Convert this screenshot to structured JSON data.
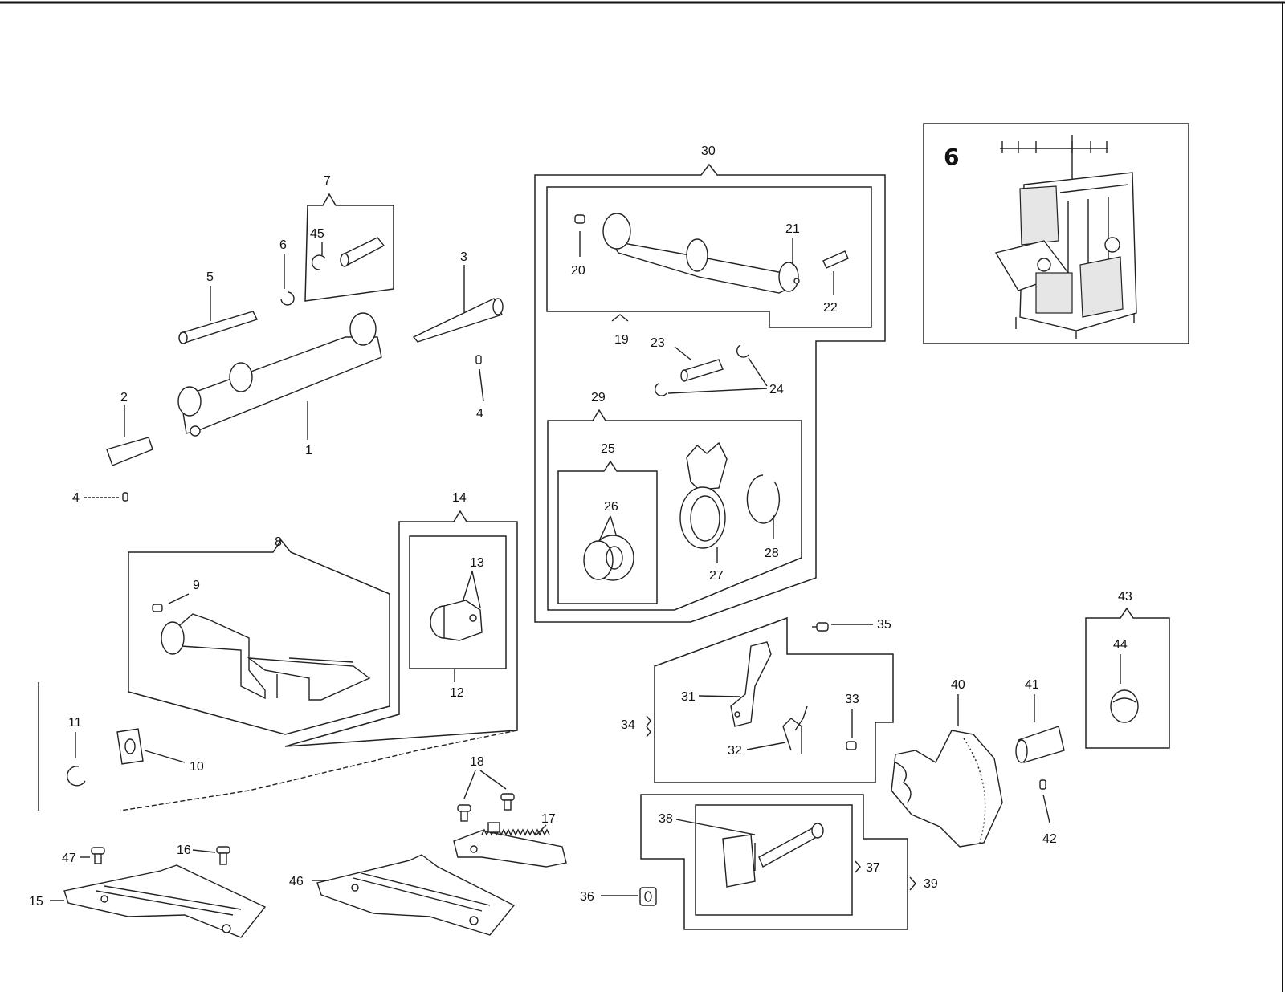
{
  "inset": {
    "number": "6"
  },
  "labels": {
    "n1": "1",
    "n2": "2",
    "n3": "3",
    "n4a": "4",
    "n4b": "4",
    "n5": "5",
    "n6": "6",
    "n7": "7",
    "n45": "45",
    "n8": "8",
    "n9": "9",
    "n10": "10",
    "n11": "11",
    "n12": "12",
    "n13": "13",
    "n14": "14",
    "n15": "15",
    "n16": "16",
    "n17": "17",
    "n18": "18",
    "n19": "19",
    "n20": "20",
    "n21": "21",
    "n22": "22",
    "n23": "23",
    "n24": "24",
    "n25": "25",
    "n26": "26",
    "n27": "27",
    "n28": "28",
    "n29": "29",
    "n30": "30",
    "n31": "31",
    "n32": "32",
    "n33": "33",
    "n34": "34",
    "n35": "35",
    "n36": "36",
    "n37": "37",
    "n38": "38",
    "n39": "39",
    "n40": "40",
    "n41": "41",
    "n42": "42",
    "n43": "43",
    "n44": "44",
    "n46": "46",
    "n47": "47"
  }
}
